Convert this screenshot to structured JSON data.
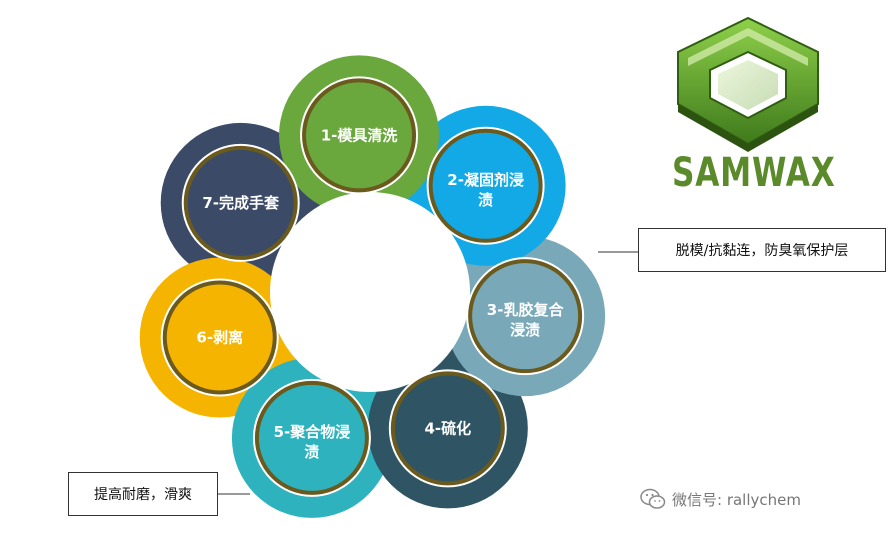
{
  "steps": [
    {
      "label": "1-模具清洗",
      "color": "#6aa83e",
      "text_color": "#ffffff"
    },
    {
      "label": "2-凝固剂浸渍",
      "color": "#12a9e6",
      "text_color": "#ffffff"
    },
    {
      "label": "3-乳胶复合浸渍",
      "color": "#79a9b8",
      "text_color": "#ffffff"
    },
    {
      "label": "4-硫化",
      "color": "#2f5564",
      "text_color": "#ffffff"
    },
    {
      "label": "5-聚合物浸渍",
      "color": "#2eb2be",
      "text_color": "#ffffff"
    },
    {
      "label": "6-剥离",
      "color": "#f5b400",
      "text_color": "#ffffff"
    },
    {
      "label": "7-完成手套",
      "color": "#3b4a66",
      "text_color": "#ffffff"
    }
  ],
  "notes": {
    "top": "脱模/抗黏连，防臭氧保护层",
    "bottom": "提高耐磨，滑爽"
  },
  "logo": {
    "text": "SAMWAX",
    "color": "#5a8a2a"
  },
  "watermark": {
    "text": "微信号: rallychem",
    "icon": "wechat-icon"
  },
  "ring_border_color": "#6b5a1e"
}
